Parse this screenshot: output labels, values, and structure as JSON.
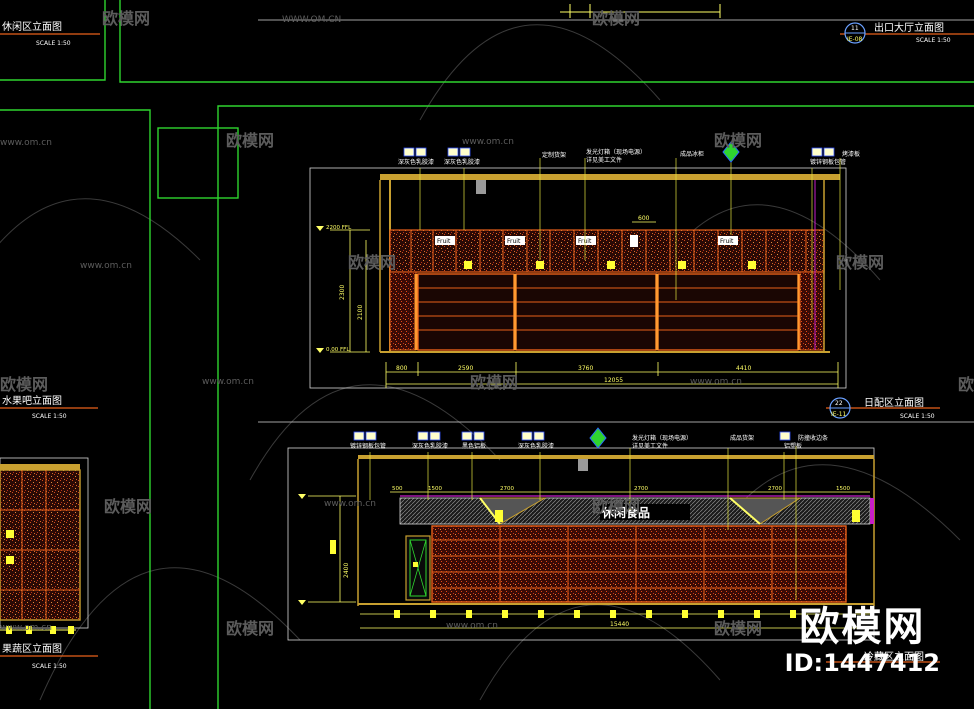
{
  "titles": {
    "top_left": "休闲区立面图",
    "top_right": "出口大厅立面图",
    "left_mid": "水果吧立面图",
    "left_bottom": "果蔬区立面图",
    "main_upper": "日配区立面图",
    "main_lower": "冷藏区立面图"
  },
  "tags": {
    "top_right_num": "11",
    "top_right_id": "IE-08",
    "main_upper_num": "22",
    "main_upper_id": "IE-11"
  },
  "scale": "SCALE 1:50",
  "watermark": {
    "url": "WWW.OM.CN",
    "url_small": "www.om.cn",
    "name": "欧模网"
  },
  "upper_labels": {
    "l1": "深灰色乳胶漆",
    "l2": "深灰色乳胶漆",
    "l3": "定制货架",
    "l4": "发光灯箱（现场电源）",
    "l4b": "详见美工文件",
    "l5": "成品冰柜",
    "l6": "镀锌钢板包管",
    "l7": "烤漆板"
  },
  "upper_signs": {
    "fruit": "Fruit"
  },
  "upper_dims": {
    "top_dim": "600",
    "ffl": "2200 FFL",
    "floor": "0.00 FFL",
    "h1": "2300",
    "h2": "2100",
    "d1": "800",
    "d2": "2590",
    "d3": "3760",
    "d4": "4410",
    "total": "12055"
  },
  "lower_labels": {
    "l1": "镀锌钢板包管",
    "l2": "深灰色乳胶漆",
    "l3": "黑色铝板",
    "l4": "深灰色乳胶漆",
    "l5": "发光灯箱（现场电源）",
    "l5b": "详见美工文件",
    "l6": "成品货架",
    "l7": "铝塑板",
    "l8": "防撞收边条"
  },
  "lower_dims": {
    "d1": "500",
    "d2": "1500",
    "d3": "2700",
    "d4": "2700",
    "d5": "2700",
    "d6": "1500",
    "h1": "2400",
    "total": "15440"
  },
  "lower_sign": "休闲食品",
  "brand": {
    "logo": "欧模网",
    "id": "ID:1447412"
  },
  "colors": {
    "background": "#000000",
    "frame": "#2fd42f",
    "dim": "#ffff66",
    "wall": "#c8a030",
    "orange": "#e8601a",
    "red_hatch": "#b81c10",
    "label": "#ffffff",
    "leader": "#e6e640",
    "magenta": "#c81ec8"
  }
}
